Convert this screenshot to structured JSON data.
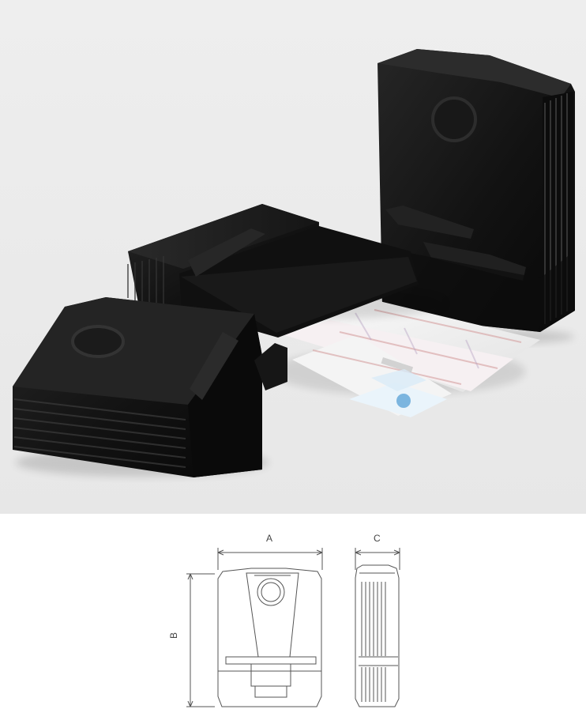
{
  "drawing": {
    "dimension_a": "A",
    "dimension_b": "B",
    "dimension_c": "C"
  },
  "colors": {
    "photo_background": "#ececec",
    "case_black": "#171717",
    "line_drawing": "#555555"
  }
}
